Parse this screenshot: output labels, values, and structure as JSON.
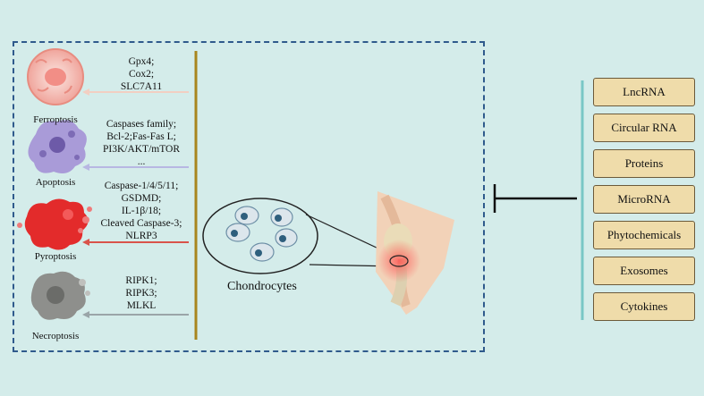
{
  "pathways": [
    {
      "cell": "Ferroptosis",
      "genes": [
        "Gpx4;",
        "Cox2;",
        "SLC7A11"
      ],
      "arrow_color": "#f2cfc2",
      "cell_color": "#f4a9a0"
    },
    {
      "cell": "Apoptosis",
      "genes": [
        "Caspases family;",
        "Bcl-2;Fas-Fas L;",
        "PI3K/AKT/mTOR",
        "..."
      ],
      "arrow_color": "#b7b7e2",
      "cell_color": "#a89bd6"
    },
    {
      "cell": "Pyroptosis",
      "genes": [
        "Caspase-1/4/5/11;",
        "GSDMD;",
        "IL-1β/18;",
        "Cleaved Caspase-3;",
        "NLRP3"
      ],
      "arrow_color": "#d9534a",
      "cell_color": "#e23434"
    },
    {
      "cell": "Necroptosis",
      "genes": [
        "RIPK1;",
        "RIPK3;",
        "MLKL"
      ],
      "arrow_color": "#9aa5a8",
      "cell_color": "#9a9a96"
    }
  ],
  "center_label": "Chondrocytes",
  "regulators": [
    "LncRNA",
    "Circular RNA",
    "Proteins",
    "MicroRNA",
    "Phytochemicals",
    "Exosomes",
    "Cytokines"
  ]
}
